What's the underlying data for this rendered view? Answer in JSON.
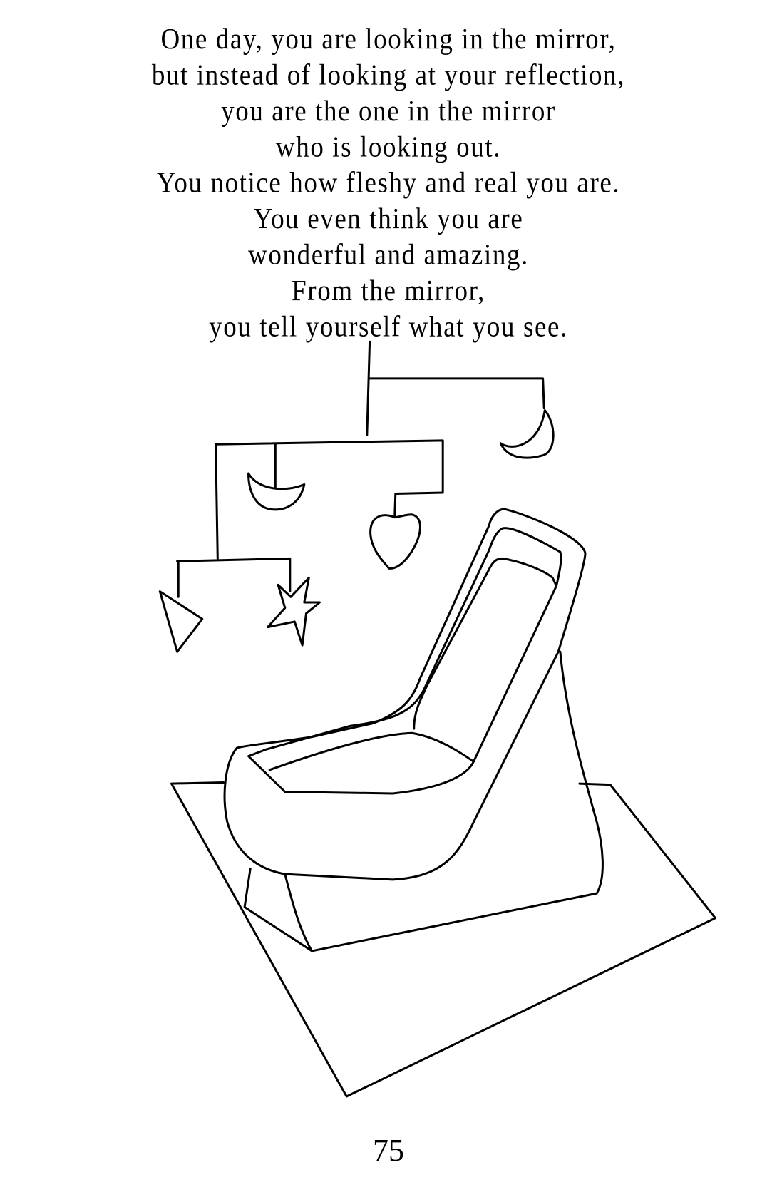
{
  "poem": {
    "lines": [
      "One day, you are looking in the mirror,",
      "but instead of looking at your reflection,",
      "you are the one in the mirror",
      "who is looking out.",
      "You notice how fleshy and real you are.",
      "You even think you are",
      "wonderful and amazing.",
      "From the mirror,",
      "you tell yourself what you see."
    ]
  },
  "page_number": "75"
}
